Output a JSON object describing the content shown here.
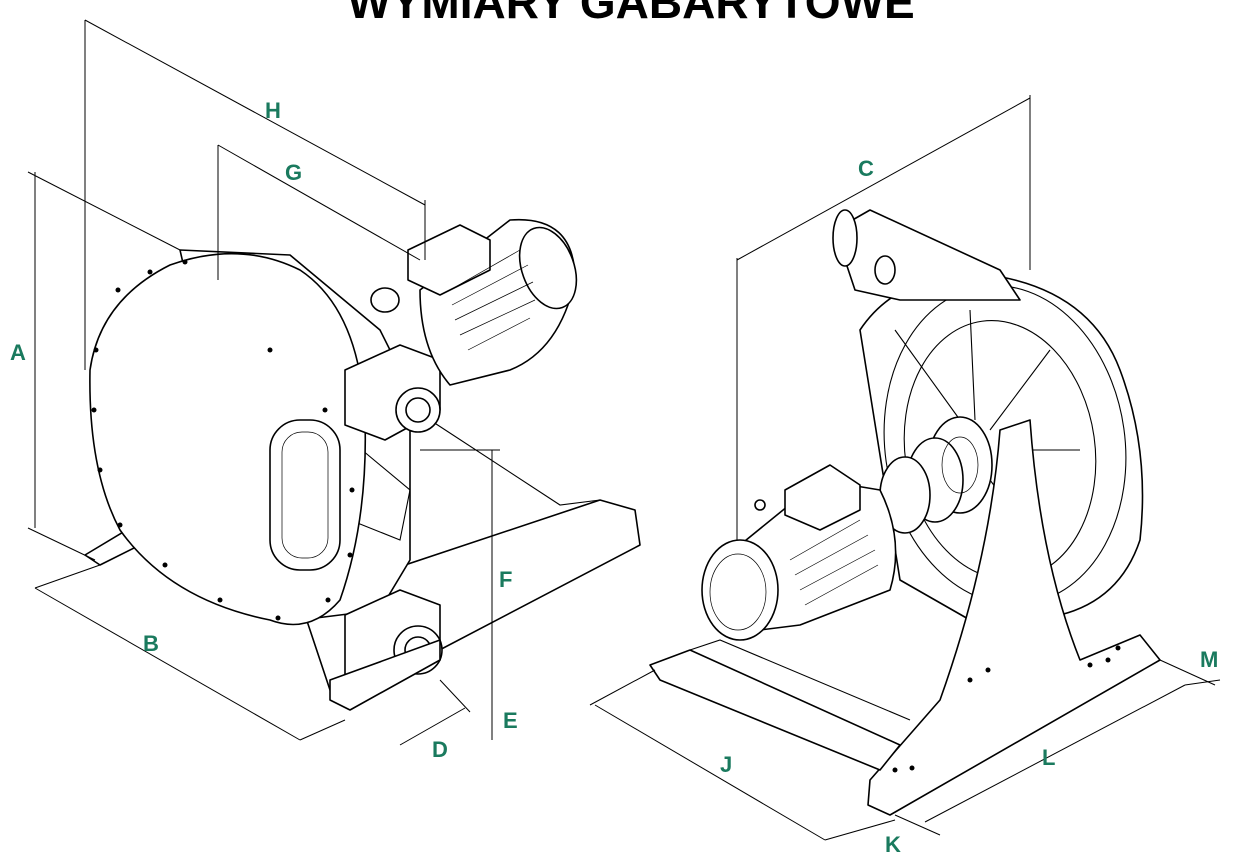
{
  "title": "WYMIARY GABARYTOWE",
  "label_color": "#1a7a5e",
  "dimensions": [
    "A",
    "B",
    "C",
    "D",
    "E",
    "F",
    "G",
    "H",
    "J",
    "K",
    "L",
    "M"
  ],
  "views": [
    "pump-left-view",
    "pump-right-view"
  ]
}
